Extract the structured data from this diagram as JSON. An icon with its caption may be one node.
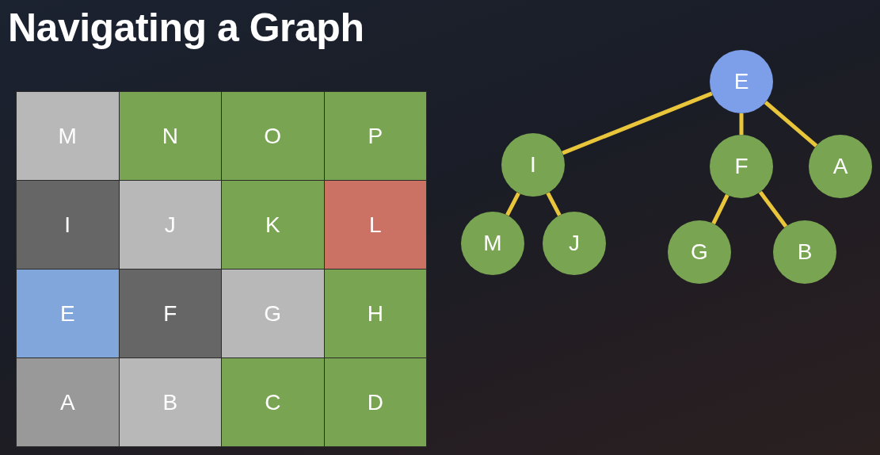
{
  "diagram": {
    "title": "Navigating a Graph",
    "nodes": [
      {
        "text": [
          "M"
        ]
      },
      {
        "text": [
          "N"
        ]
      },
      {
        "text": [
          "O"
        ]
      },
      {
        "text": [
          "P"
        ]
      },
      {
        "text": [
          "I"
        ]
      },
      {
        "text": [
          "J"
        ]
      },
      {
        "text": [
          "K"
        ]
      },
      {
        "text": [
          "L"
        ]
      },
      {
        "text": [
          "E"
        ]
      },
      {
        "text": [
          "F"
        ]
      },
      {
        "text": [
          "G"
        ]
      },
      {
        "text": [
          "H"
        ]
      },
      {
        "text": [
          "A"
        ]
      },
      {
        "text": [
          "B"
        ]
      },
      {
        "text": [
          "C"
        ]
      },
      {
        "text": [
          "D"
        ]
      },
      {
        "text": [
          "E"
        ]
      },
      {
        "text": [
          "I"
        ]
      },
      {
        "text": [
          "F"
        ]
      },
      {
        "text": [
          "A"
        ]
      },
      {
        "text": [
          "M"
        ]
      },
      {
        "text": [
          "J"
        ]
      },
      {
        "text": [
          "G"
        ]
      },
      {
        "text": [
          "B"
        ]
      }
    ],
    "edges": [
      {
        "from": 16,
        "to": 17,
        "arrow": "none"
      },
      {
        "from": 16,
        "to": 18,
        "arrow": "none"
      },
      {
        "from": 16,
        "to": 19,
        "arrow": "none"
      },
      {
        "from": 17,
        "to": 20,
        "arrow": "none"
      },
      {
        "from": 17,
        "to": 21,
        "arrow": "none"
      },
      {
        "from": 18,
        "to": 22,
        "arrow": "none"
      },
      {
        "from": 18,
        "to": 23,
        "arrow": "none"
      }
    ]
  }
}
